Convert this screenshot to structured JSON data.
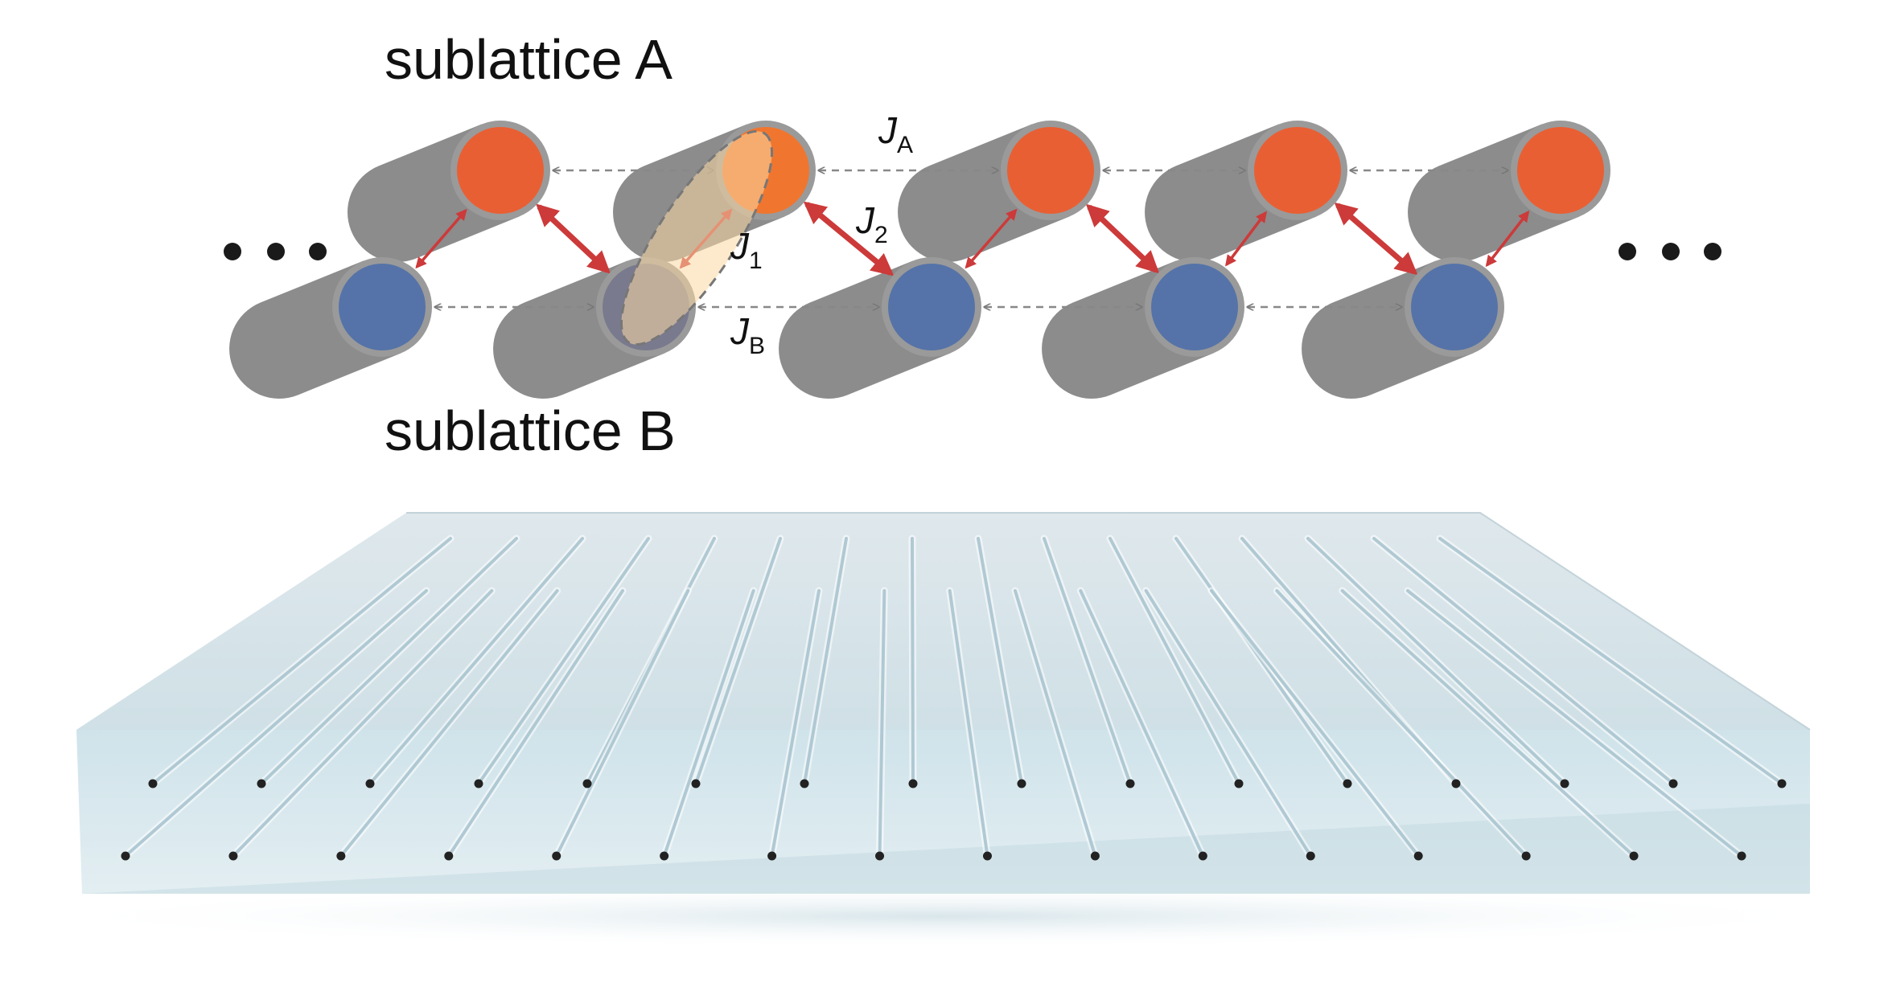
{
  "labels": {
    "sublattice_a": "sublattice A",
    "sublattice_b": "sublattice B"
  },
  "couplings": {
    "JA": {
      "letter": "J",
      "subscript": "A"
    },
    "JB": {
      "letter": "J",
      "subscript": "B"
    },
    "J1": {
      "letter": "J",
      "subscript": "1"
    },
    "J2": {
      "letter": "J",
      "subscript": "2"
    }
  },
  "lattice": {
    "sites_per_sublattice": 5,
    "highlighted_unit_cell": 2
  },
  "chip": {
    "waveguide_rows": 2,
    "waveguides_per_row": 16
  },
  "colors": {
    "site_a": "#e95f34",
    "site_a_highlight": "#f0762f",
    "site_b": "#5573a8",
    "site_b_highlight": "#7a7a8e",
    "waveguide_body": "#8c8c8c",
    "coupling_intra": "#cc3a3a",
    "coupling_inter": "#cc3a3a",
    "coupling_nnn": "#888888",
    "unit_cell_fill": "#fbdcaa",
    "chip_glass": "#cfe3ea",
    "waveguide_dot": "#222222"
  }
}
